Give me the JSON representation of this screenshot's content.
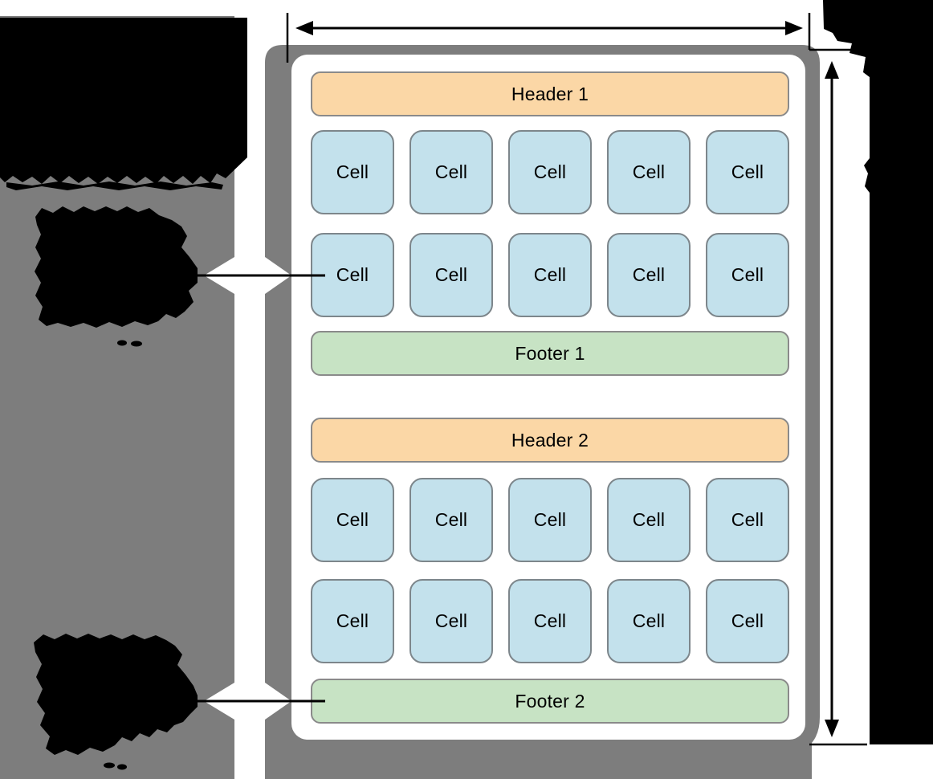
{
  "diagram": {
    "type": "flow-layout-with-headers-and-footers",
    "sections": [
      {
        "header_label": "Header 1",
        "footer_label": "Footer 1",
        "rows": [
          [
            "Cell",
            "Cell",
            "Cell",
            "Cell",
            "Cell"
          ],
          [
            "Cell",
            "Cell",
            "Cell",
            "Cell",
            "Cell"
          ]
        ]
      },
      {
        "header_label": "Header 2",
        "footer_label": "Footer 2",
        "rows": [
          [
            "Cell",
            "Cell",
            "Cell",
            "Cell",
            "Cell"
          ],
          [
            "Cell",
            "Cell",
            "Cell",
            "Cell",
            "Cell"
          ]
        ]
      }
    ],
    "dimension_arrows": {
      "top": "horizontal-double-arrow-content-width",
      "right": "vertical-double-arrow-content-height"
    },
    "callouts": [
      {
        "target": "cell-row-2-col-1",
        "text": ""
      },
      {
        "target": "footer-2",
        "text": ""
      }
    ],
    "annotation_blobs": [
      {
        "position": "top-left",
        "legible_text": ""
      },
      {
        "position": "middle-left",
        "legible_text": ""
      },
      {
        "position": "bottom-left",
        "legible_text": ""
      },
      {
        "position": "top-right-column",
        "legible_text": ""
      }
    ]
  },
  "colors": {
    "backdrop_gray": "#7d7d7d",
    "panel_white": "#ffffff",
    "header_fill": "#fbd7a6",
    "header_border": "#8a8a8a",
    "cell_fill": "#c3e1ec",
    "cell_border": "#7d868b",
    "footer_fill": "#c7e3c4",
    "annotation_black": "#000000",
    "line_black": "#000000"
  }
}
